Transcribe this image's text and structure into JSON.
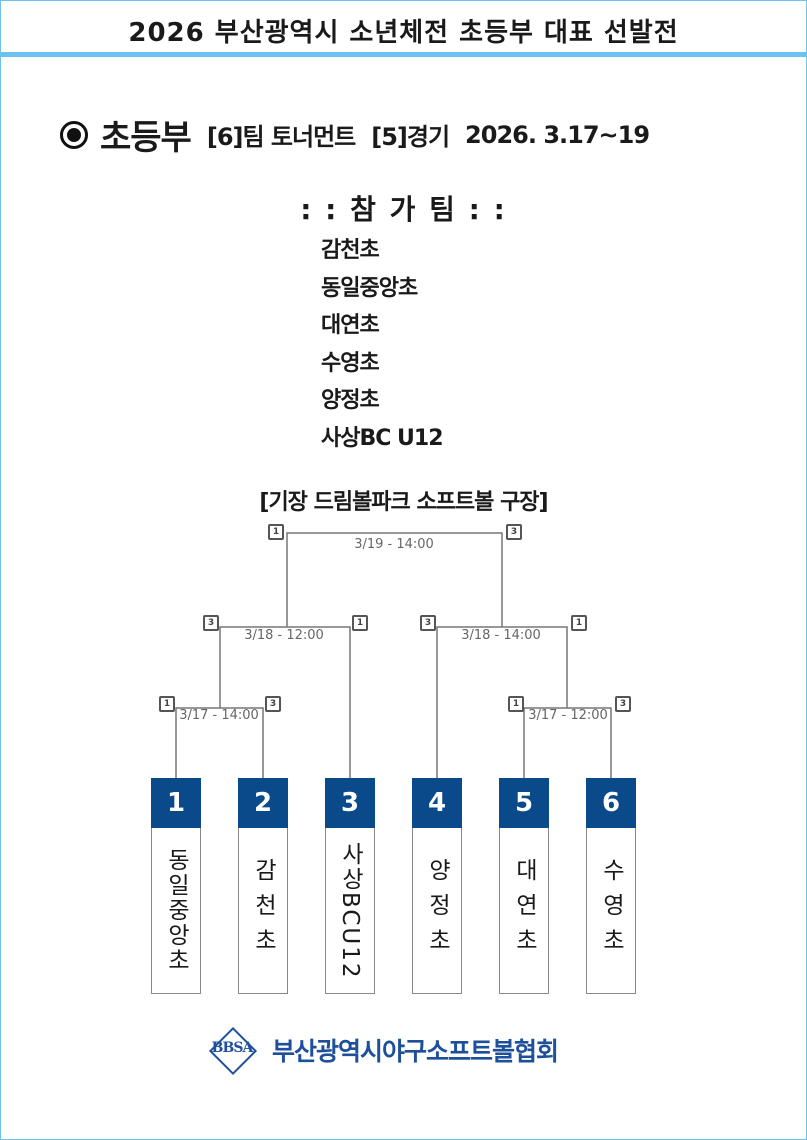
{
  "header": {
    "title": "2026 부산광역시 소년체전 초등부 대표 선발전"
  },
  "heading": {
    "division": "초등부",
    "teams_count": "[6]팀 토너먼트",
    "games_count": "[5]경기",
    "dates": "2026. 3.17~19"
  },
  "participants": {
    "title": ": :  참 가 팀  : :",
    "teams": [
      "감천초",
      "동일중앙초",
      "대연초",
      "수영초",
      "양정초",
      "사상BC U12"
    ]
  },
  "venue": "[기장 드림볼파크  소프트볼 구장]",
  "bracket": {
    "matches": [
      {
        "date": "3/17 - 14:00",
        "seeds": [
          "1",
          "3"
        ]
      },
      {
        "date": "3/17 - 12:00",
        "seeds": [
          "1",
          "3"
        ]
      },
      {
        "date": "3/18 - 12:00",
        "seeds": [
          "3",
          "1"
        ]
      },
      {
        "date": "3/18 - 14:00",
        "seeds": [
          "3",
          "1"
        ]
      },
      {
        "date": "3/19 - 14:00",
        "seeds": [
          "1",
          "3"
        ]
      }
    ],
    "slots": [
      {
        "number": "1",
        "team": "동일중앙초"
      },
      {
        "number": "2",
        "team": "감천초"
      },
      {
        "number": "3",
        "team": "사상BCU12"
      },
      {
        "number": "4",
        "team": "양정초"
      },
      {
        "number": "5",
        "team": "대연초"
      },
      {
        "number": "6",
        "team": "수영초"
      }
    ]
  },
  "footer": {
    "logo_text": "BBSA",
    "organization": "부산광역시야구소프트볼협회"
  },
  "colors": {
    "border": "#6ec3ee",
    "slot": "#0a4a8a",
    "org": "#1e4f9a"
  }
}
